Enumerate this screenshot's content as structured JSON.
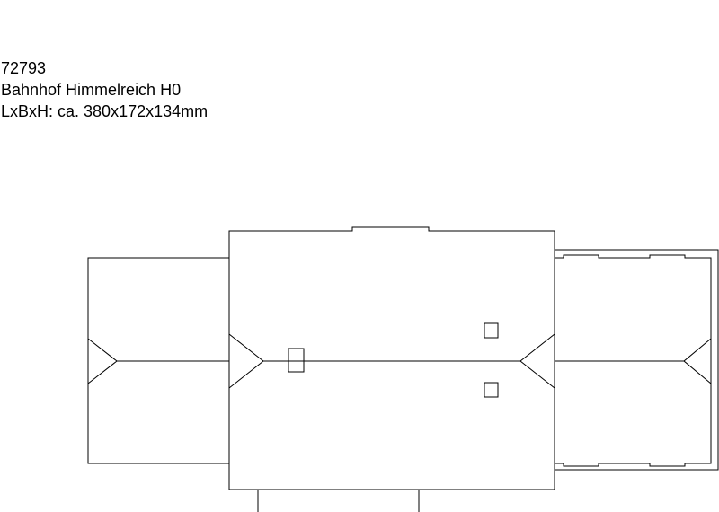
{
  "caption": {
    "article_number": "72793",
    "product_name": "Bahnhof Himmelreich H0",
    "dimensions": "LxBxH: ca. 380x172x134mm"
  },
  "colors": {
    "background": "#ffffff",
    "line": "#000000",
    "text": "#000000"
  }
}
